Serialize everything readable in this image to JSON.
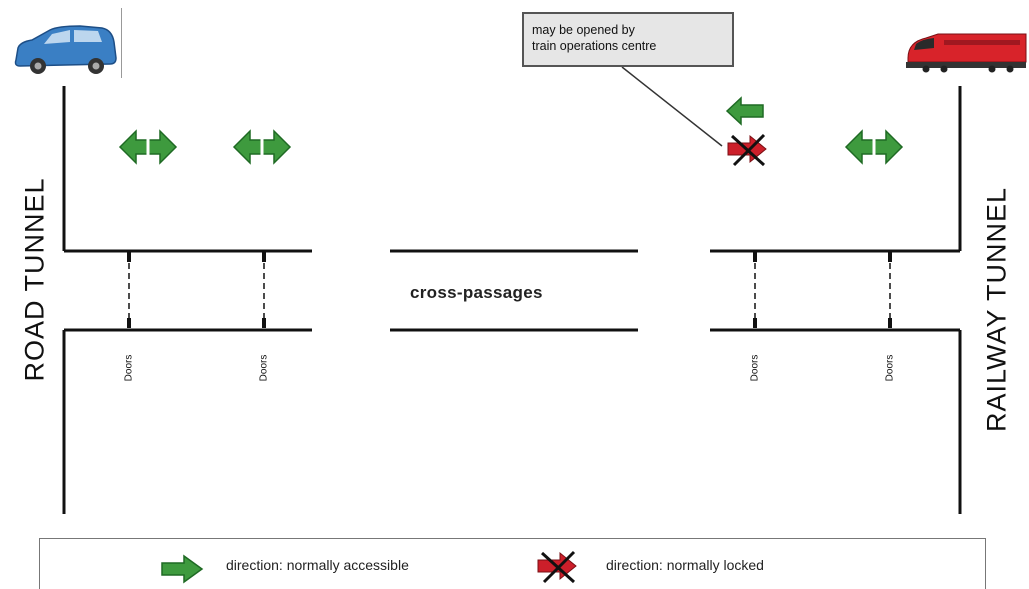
{
  "labels": {
    "road_tunnel": "ROAD TUNNEL",
    "railway_tunnel": "RAILWAY TUNNEL",
    "cross_passages": "cross-passages",
    "doors": [
      "Doors",
      "Doors",
      "Doors",
      "Doors"
    ]
  },
  "callout": {
    "line1": "may be opened by",
    "line2": "train operations centre"
  },
  "legend": {
    "accessible": "direction: normally accessible",
    "locked": "direction: normally locked"
  },
  "colors": {
    "arrow_green": "#3e9a3e",
    "arrow_green_dark": "#1f6a24",
    "locked_red": "#cc1f2a",
    "wall": "#111111",
    "car_blue": "#3a7fc4",
    "train_red": "#d8232a"
  },
  "icons": {
    "car": "car-icon",
    "train": "train-icon",
    "two_way": "two-way-arrow-icon",
    "left": "left-arrow-icon",
    "right": "right-arrow-icon",
    "locked": "locked-arrow-icon"
  }
}
